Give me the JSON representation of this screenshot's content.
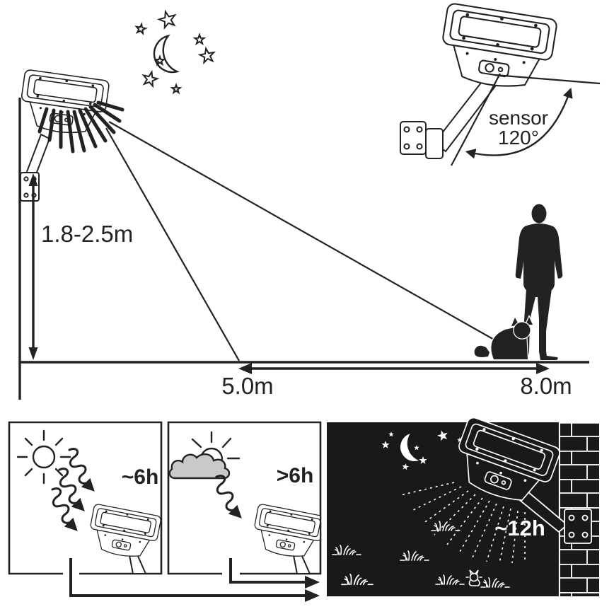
{
  "labels": {
    "mounting_height": "1.8-2.5m",
    "near_distance": "5.0m",
    "far_distance": "8.0m",
    "sensor_word": "sensor",
    "sensor_angle": "120°",
    "sunny_charge_hours": "~6h",
    "cloudy_charge_hours": ">6h",
    "night_runtime_hours": "~12h"
  },
  "colors": {
    "ink": "#222222",
    "night_background": "#191919",
    "cloud_fill": "#c9c9c9",
    "paper": "#ffffff"
  }
}
